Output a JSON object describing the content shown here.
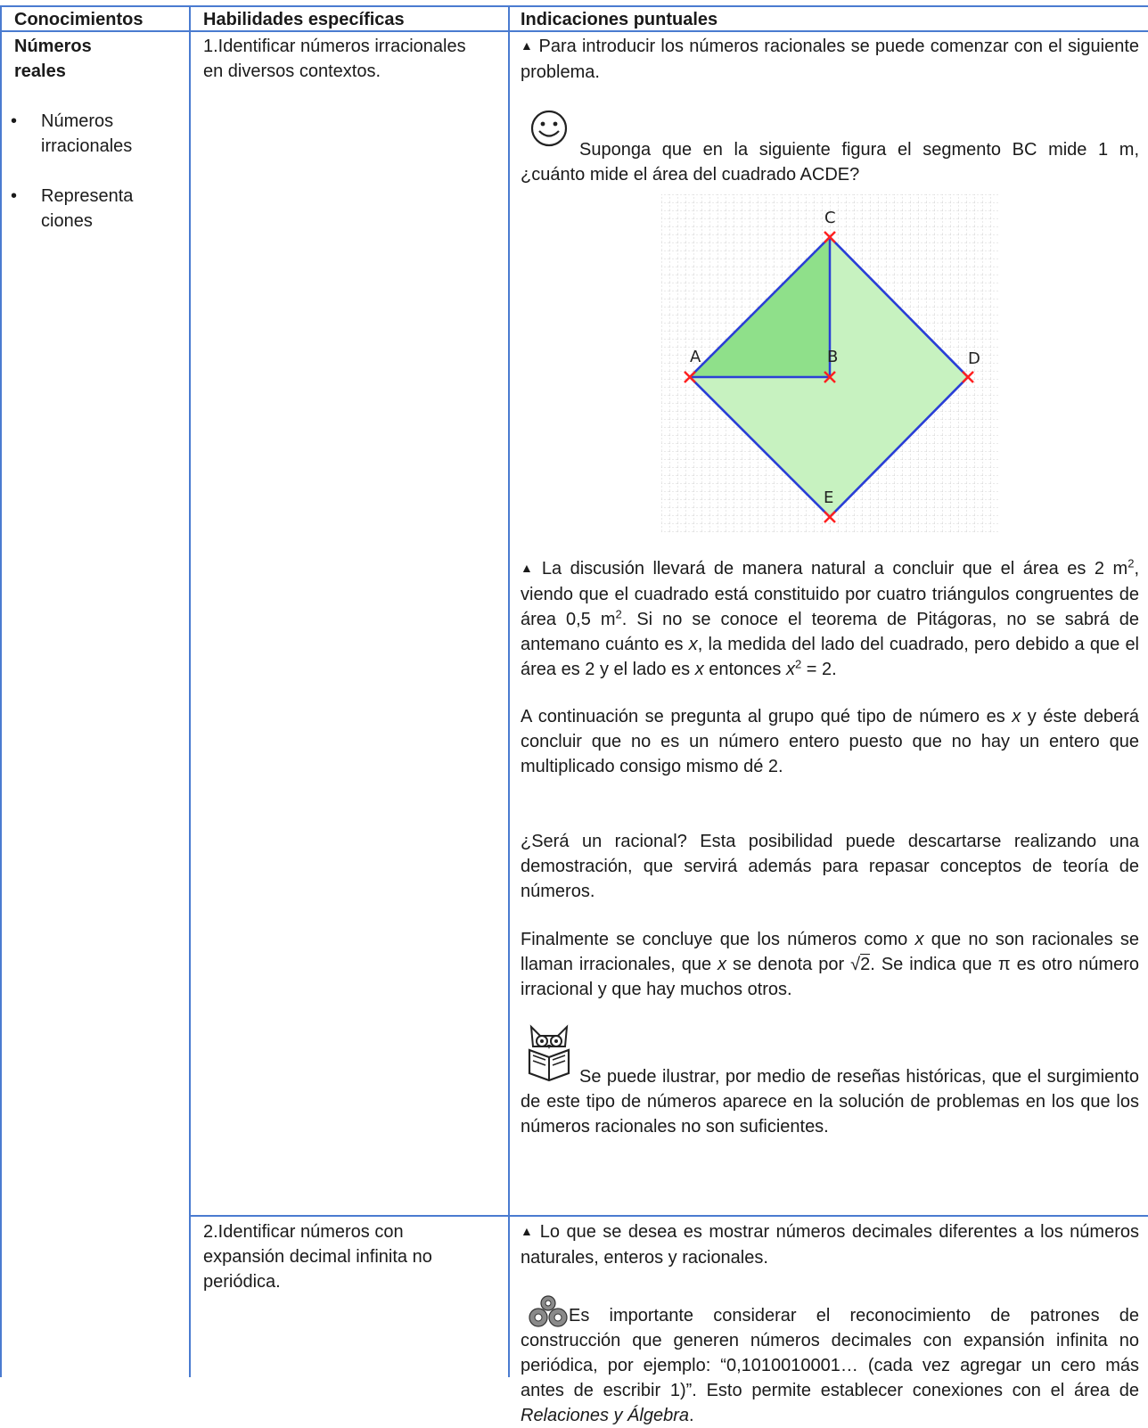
{
  "headers": {
    "col1": "Conocimientos",
    "col2": "Habilidades específicas",
    "col3": "Indicaciones puntuales"
  },
  "knowledge": {
    "title": "Números reales",
    "items": [
      "Números irracionales",
      "Representaciones"
    ]
  },
  "skills": [
    "1.Identificar números irracionales en diversos contextos.",
    "2.Identificar números con expansión decimal infinita no periódica."
  ],
  "indications": {
    "intro": "Para introducir los números racionales se puede comenzar con el siguiente problema.",
    "problem": "Suponga que en la siguiente figura el segmento BC mide 1 m, ¿cuánto mide el área del cuadrado ACDE?",
    "figure_labels": {
      "a": "A",
      "b": "B",
      "c": "C",
      "d": "D",
      "e": "E"
    },
    "discussion_part1": "La discusión llevará de manera natural a concluir que el área es 2 m",
    "discussion_part2": ", viendo que el cuadrado está constituido por cuatro triángulos congruentes de área 0,5 m",
    "discussion_part3": ". Si no se conoce el teorema de Pitágoras, no se sabrá de antemano cuánto es ",
    "discussion_part4": ", la medida del lado del cuadrado, pero debido a que el área es 2 y el lado es ",
    "discussion_part5": " entonces ",
    "discussion_part6": " = 2.",
    "exponent": "2",
    "var_x": "x",
    "question_part1": "A continuación se pregunta al grupo qué tipo de número es ",
    "question_part2": " y éste deberá concluir que no es un número entero puesto que no hay un entero que multiplicado consigo mismo dé 2.",
    "rational": "¿Será un racional? Esta posibilidad puede descartarse realizando una demostración, que servirá además para repasar conceptos de teoría de números.",
    "final_part1": "Finalmente se concluye que los números como ",
    "final_part2": " que no son racionales se llaman irracionales, que ",
    "final_part3": " se denota por ",
    "final_part4": ". Se indica que π es otro número irracional y que hay muchos otros.",
    "sqrt_radicand": "2",
    "history": "Se puede ilustrar, por medio de reseñas históricas, que el surgimiento de este tipo de números aparece en la solución de problemas en los que los números racionales no son suficientes.",
    "decimals": "Lo que se desea es mostrar números decimales diferentes a los números naturales, enteros y racionales.",
    "patterns_part1": "Es importante considerar el reconocimiento de patrones de construcción que generen números decimales con expansión infinita no periódica, por ejemplo: “0,1010010001… (cada vez agregar un cero más antes de escribir 1)”. Esto permite establecer conexiones con el área de ",
    "patterns_italic": "Relaciones y Álgebra",
    "patterns_part2": "."
  },
  "icons": {
    "smiley": "smiley-icon",
    "owl": "owl-reading-icon",
    "gears": "gears-icon",
    "triangle": "triangle-bullet-icon"
  },
  "colors": {
    "border": "#4a7bd0",
    "shape_fill": "#9ee89e",
    "triangle_fill": "#6fd96f",
    "shape_stroke": "#2a3fd6",
    "marker": "#ff2020"
  }
}
